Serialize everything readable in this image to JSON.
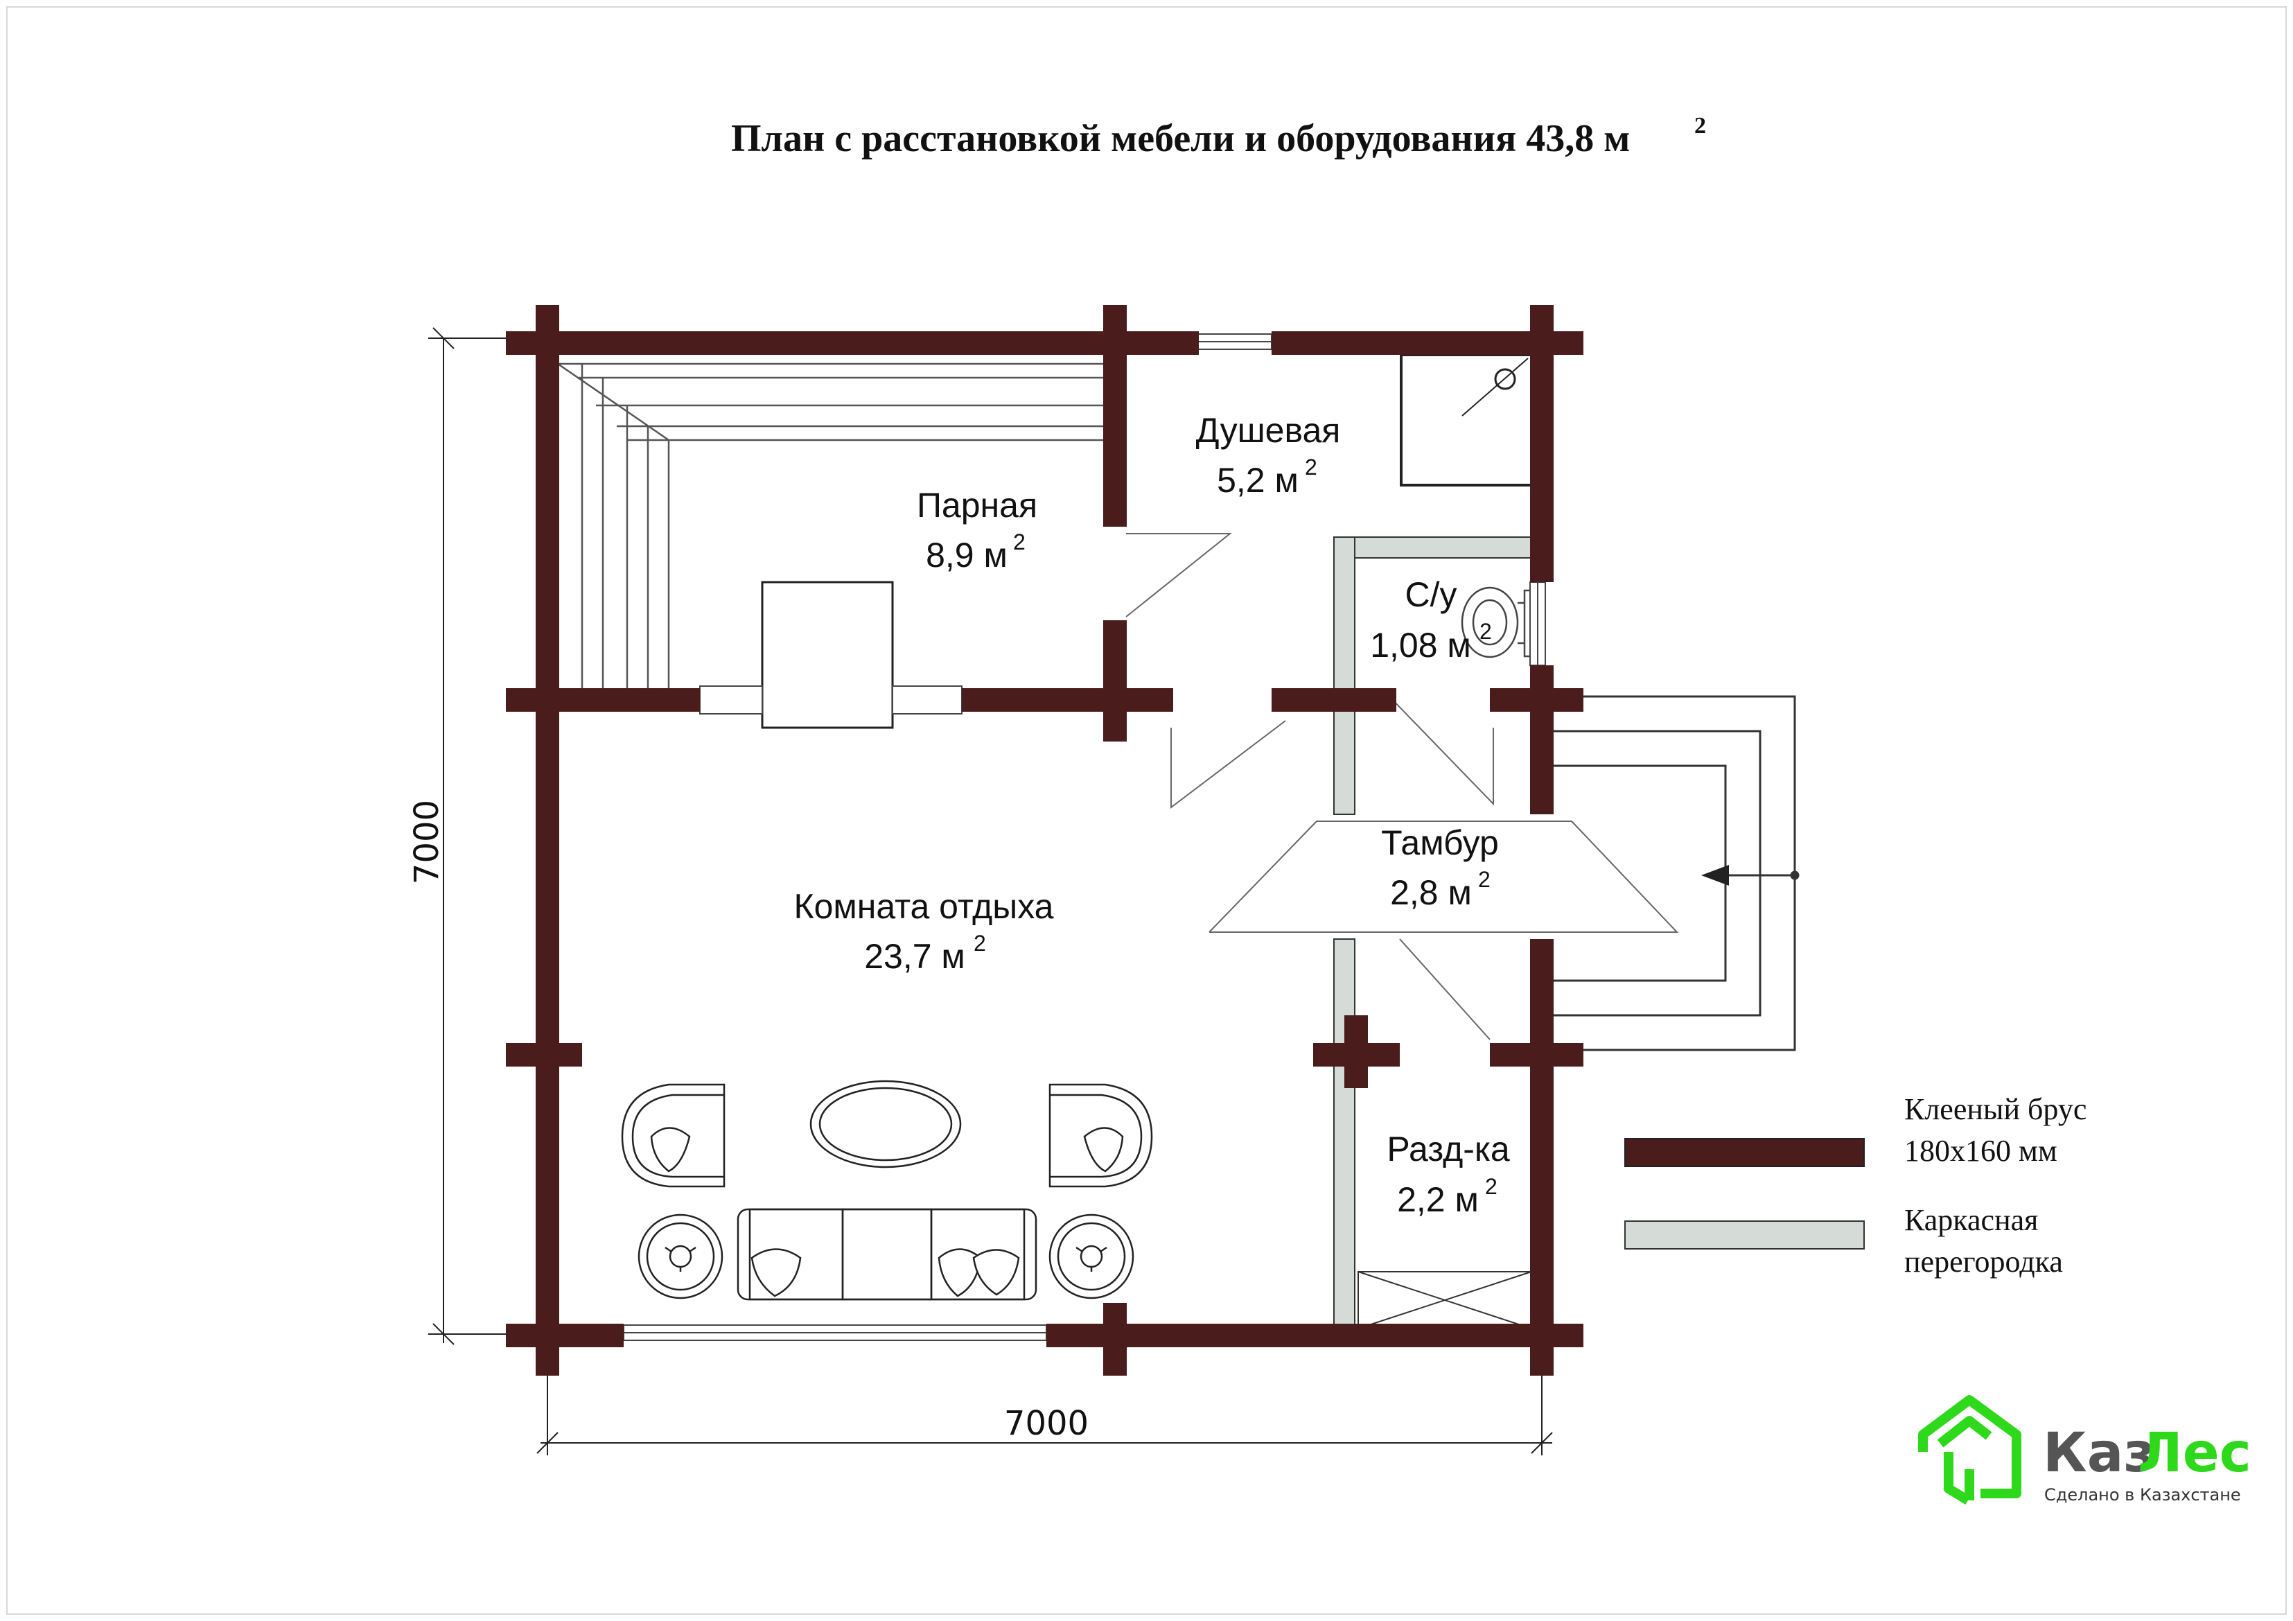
{
  "title": {
    "main": "План с расстановкой мебели и оборудования 43,8 м",
    "sup": "2"
  },
  "rooms": {
    "parnaya": {
      "name": "Парная",
      "area": "8,9 м",
      "sup": "2"
    },
    "dushevaya": {
      "name": "Душевая",
      "area": "5,2 м",
      "sup": "2"
    },
    "su": {
      "name": "С/у",
      "area": "1,08 м",
      "sup": "2"
    },
    "tambur": {
      "name": "Тамбур",
      "area": "2,8 м",
      "sup": "2"
    },
    "komnata": {
      "name": "Комната отдыха",
      "area": "23,7 м",
      "sup": "2"
    },
    "razdka": {
      "name": "Разд-ка",
      "area": "2,2 м",
      "sup": "2"
    }
  },
  "dimensions": {
    "width": "7000",
    "height": "7000"
  },
  "legend": {
    "beam_line1": "Клееный  брус",
    "beam_line2": "180x160 мм",
    "frame_line1": "Каркасная",
    "frame_line2": "перегородка",
    "beam_color": "#4a1c1c",
    "frame_color": "#d5dbd6"
  },
  "brand": {
    "name_part1": "Каз",
    "name_part2": "Лес",
    "tagline": "Сделано в Казахстане",
    "color": "#2ed81a"
  },
  "colors": {
    "wall": "#4a1c1c",
    "partition": "#d5dbd6",
    "line": "#222222"
  }
}
